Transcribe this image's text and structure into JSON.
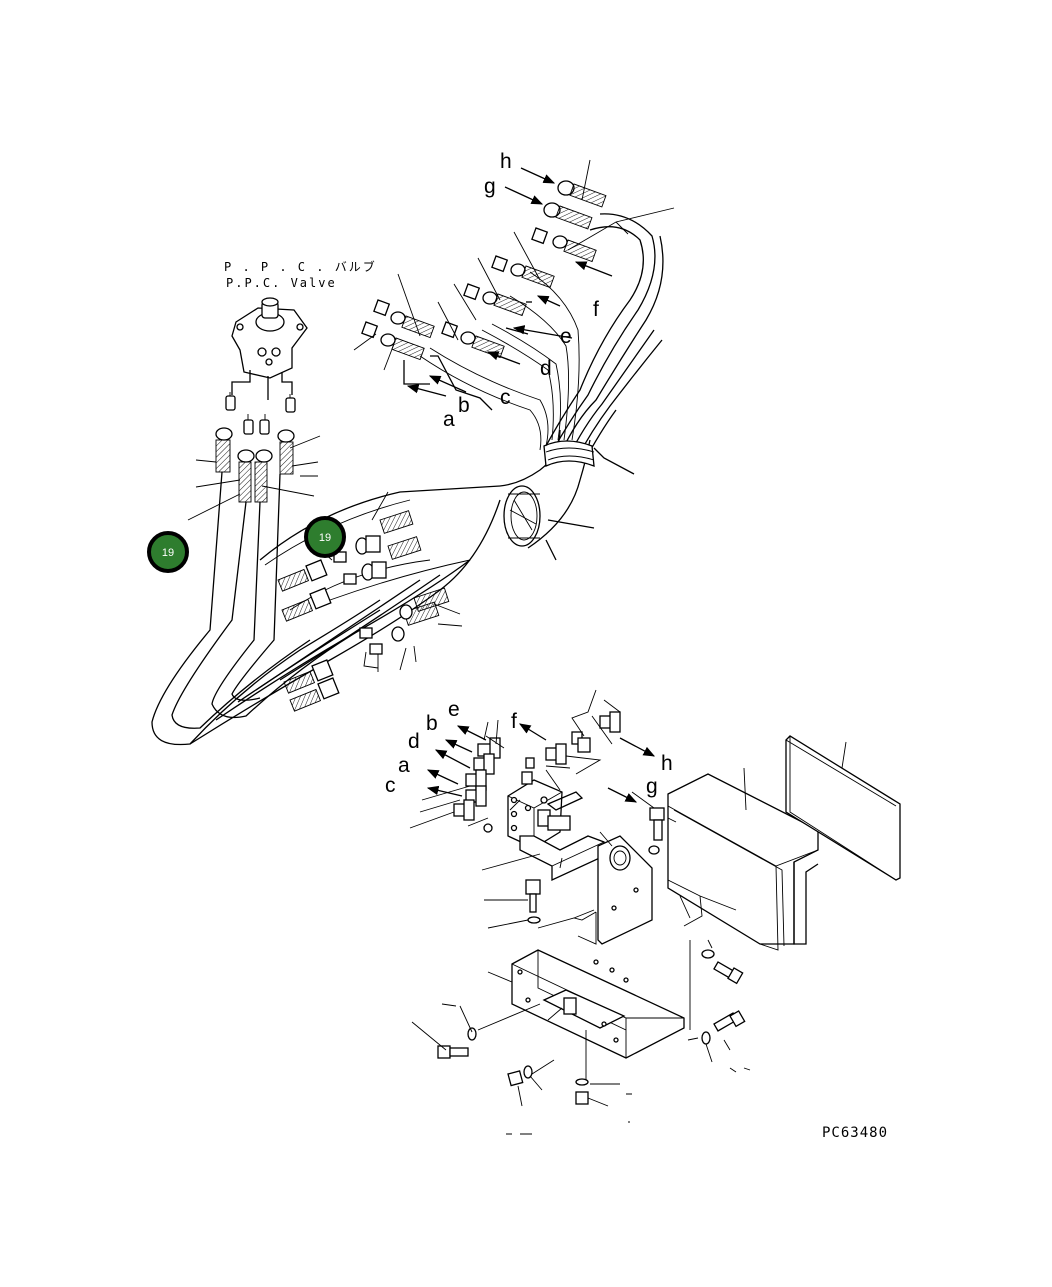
{
  "valve_caption": {
    "line1": "P . P . C . バルブ",
    "line2": "P.P.C. Valve"
  },
  "drawing_code": "PC63480",
  "callouts": [
    {
      "label": "19",
      "color": "#2e7d2e"
    },
    {
      "label": "19",
      "color": "#2e7d2e"
    }
  ],
  "upper_port_labels": {
    "a": "a",
    "b": "b",
    "c": "c",
    "d": "d",
    "e": "e",
    "f": "f",
    "g": "g",
    "h": "h"
  },
  "lower_port_labels": {
    "a": "a",
    "b": "b",
    "c": "c",
    "d": "d",
    "e": "e",
    "f": "f",
    "g": "g",
    "h": "h"
  },
  "footer_mark": "-"
}
